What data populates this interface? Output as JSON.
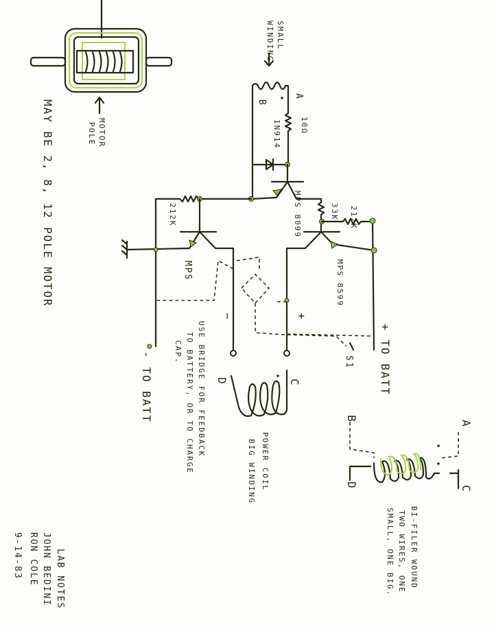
{
  "motor": {
    "pole_label": [
      "MOTOR",
      "POLE"
    ],
    "note": "MAY BE 2, 8, 12 POLE MOTOR"
  },
  "small_winding": {
    "label": [
      "SMALL",
      "WINDING"
    ],
    "terminal_a": "A",
    "terminal_b": "B"
  },
  "components": {
    "resistor_10": "10Ω",
    "diode": "1N914",
    "transistor_top": "MPS 8099",
    "resistor_left": "212K",
    "transistor_left": "MPS",
    "resistor_33k": "33K",
    "resistor_right": "212K",
    "transistor_right": "MPS 8599",
    "switch": "S1"
  },
  "terminals": {
    "plus_sign": "+",
    "minus_sign": "−",
    "plus_batt": "+ TO BATT",
    "minus_batt": "- TO BATT"
  },
  "bridge_note": [
    "USE BRIDGE FOR FEEDBACK",
    "TO BATTERY, OR TO CHARGE",
    "CAP."
  ],
  "power_coil": {
    "terminal_c": "C",
    "terminal_d": "D",
    "label": [
      "POWER COIL",
      "BIG WINDING"
    ]
  },
  "bifilar": {
    "terminal_a": "A",
    "terminal_b": "B",
    "terminal_c": "C",
    "terminal_d": "D",
    "note": [
      "BI-FILER WOUND",
      "TWO WIRES, ONE",
      "SMALL, ONE BIG."
    ]
  },
  "credits": [
    "LAB NOTES",
    "JOHN BEDINI",
    "RON COLE",
    "9-14-83"
  ],
  "colors": {
    "ink": "#1f2a10",
    "highlight": "#a6d63a",
    "paper": "#fdfefb"
  }
}
